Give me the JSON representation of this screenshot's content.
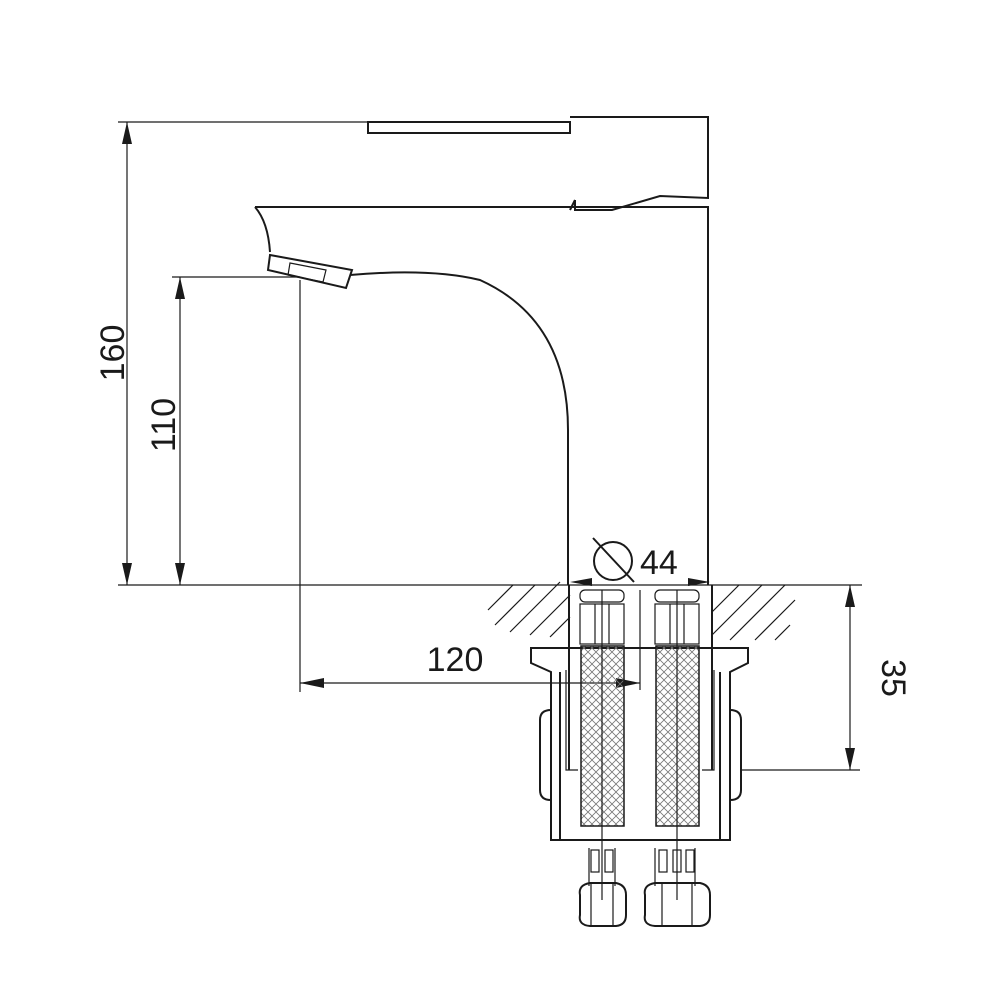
{
  "drawing": {
    "dimensions": {
      "total_height": "160",
      "spout_height": "110",
      "spout_reach": "120",
      "hole_diameter": "44",
      "max_deck_thickness": "35"
    },
    "diameter_symbol": "diameter-icon",
    "line_color": "#1a1a1a",
    "background": "#ffffff"
  }
}
